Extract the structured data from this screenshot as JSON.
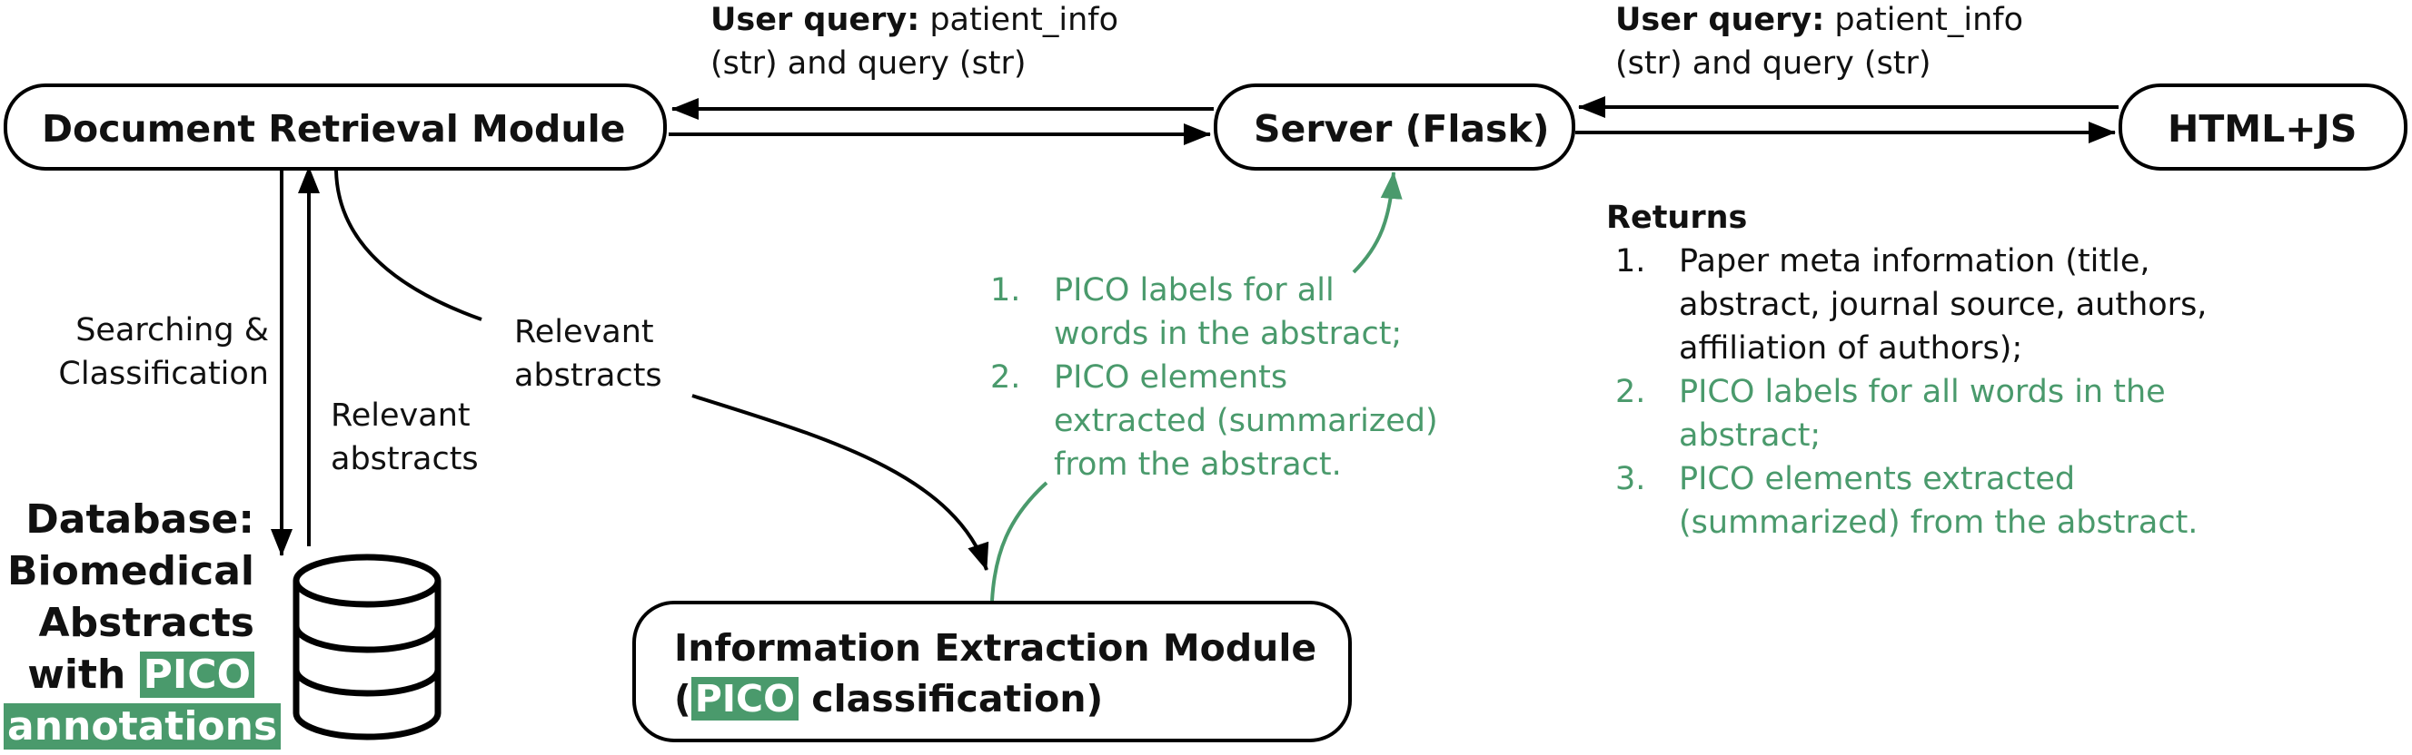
{
  "nodes": {
    "retrieval": "Document Retrieval Module",
    "server": "Server (Flask)",
    "client": "HTML+JS",
    "extraction": {
      "line1": "Information Extraction Module",
      "open": "(",
      "highlight": "PICO",
      "rest": " classification)"
    },
    "database": {
      "line1": "Database:",
      "line2": "Biomedical",
      "line3": "Abstracts",
      "line4_prefix": "with ",
      "line4_highlight": "PICO",
      "line5_highlight": "annotations"
    }
  },
  "edges": {
    "query_left": {
      "bold": "User query:",
      "rest": " patient_info",
      "line2": "(str) and query (str)"
    },
    "query_right": {
      "bold": "User query:",
      "rest": " patient_info",
      "line2": "(str) and query (str)"
    },
    "searching": {
      "line1": "Searching &",
      "line2": "Classification"
    },
    "relevant_db": {
      "line1": "Relevant",
      "line2": "abstracts"
    },
    "relevant_ie": {
      "line1": "Relevant",
      "line2": "abstracts"
    }
  },
  "pico_output": [
    {
      "num": "1.",
      "lines": [
        "PICO labels for all",
        "words  in the abstract;"
      ]
    },
    {
      "num": "2.",
      "lines": [
        "PICO elements",
        "extracted (summarized)",
        "from the abstract."
      ]
    }
  ],
  "returns": {
    "title": "Returns",
    "items": [
      {
        "num": "1.",
        "lines": [
          "Paper meta information (title,",
          "abstract, journal source, authors,",
          "affiliation of authors);"
        ],
        "color": "#111111"
      },
      {
        "num": "2.",
        "lines": [
          "PICO labels for all words in the",
          "abstract;"
        ],
        "color": "#4a9a6c"
      },
      {
        "num": "3.",
        "lines": [
          "PICO elements extracted",
          "(summarized) from the abstract."
        ],
        "color": "#4a9a6c"
      }
    ]
  },
  "colors": {
    "accent_green": "#4a9a6c",
    "stroke": "#000000"
  },
  "icons": {
    "database": "database-cylinder-icon"
  }
}
